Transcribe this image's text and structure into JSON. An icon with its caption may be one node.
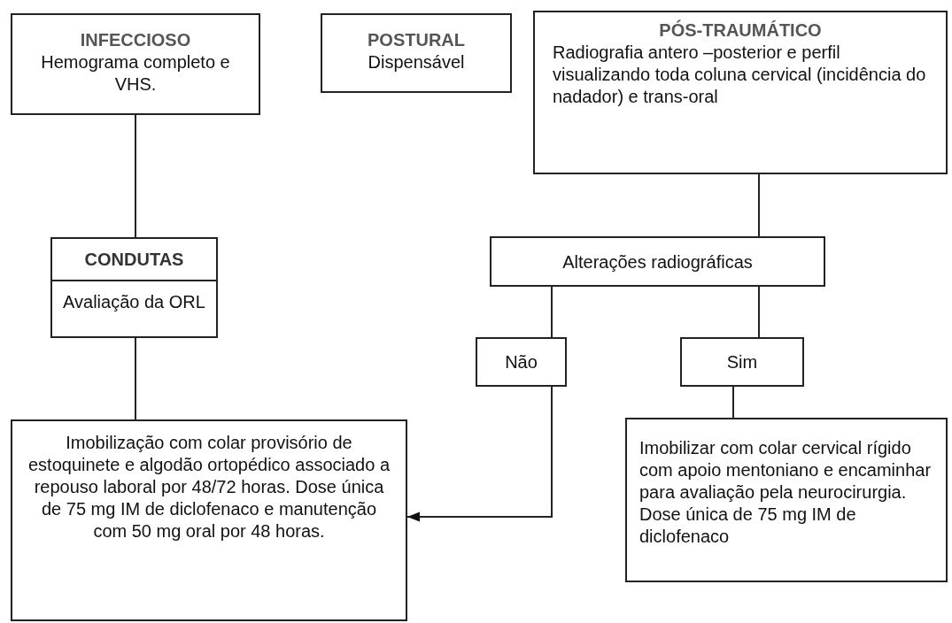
{
  "diagram": {
    "nodes": [
      {
        "text": [
          "INFECCIOSO",
          "Hemograma completo e VHS."
        ]
      },
      {
        "text": [
          "POSTURAL",
          "Dispensável"
        ]
      },
      {
        "text": [
          "PÓS-TRAUMÁTICO",
          "Radiografia antero –posterior e perfil visualizando toda coluna cervical (incidência do nadador) e trans-oral"
        ]
      },
      {
        "text": [
          "CONDUTAS",
          "Avaliação da ORL"
        ]
      },
      {
        "text": [
          "Alterações radiográficas"
        ]
      },
      {
        "text": [
          "Não"
        ]
      },
      {
        "text": [
          "Sim"
        ]
      },
      {
        "text": [
          "Imobilização com colar provisório de estoquinete e algodão ortopédico associado a repouso laboral por 48/72 horas. Dose única de 75 mg IM de diclofenaco e manutenção com 50 mg oral por 48 horas."
        ]
      },
      {
        "text": [
          "Imobilizar com colar cervical rígido com apoio mentoniano e encaminhar para avaliação pela neurocirurgia. Dose única de 75 mg IM de diclofenaco"
        ]
      }
    ],
    "edges": [
      {
        "from": 0,
        "to": 3,
        "arrow": "none"
      },
      {
        "from": 2,
        "to": 4,
        "arrow": "none"
      },
      {
        "from": 4,
        "to": 5,
        "arrow": "none"
      },
      {
        "from": 4,
        "to": 6,
        "arrow": "none"
      },
      {
        "from": 3,
        "to": 7,
        "arrow": "none"
      },
      {
        "from": 5,
        "to": 7,
        "arrow": "to"
      },
      {
        "from": 6,
        "to": 8,
        "arrow": "none"
      }
    ]
  }
}
